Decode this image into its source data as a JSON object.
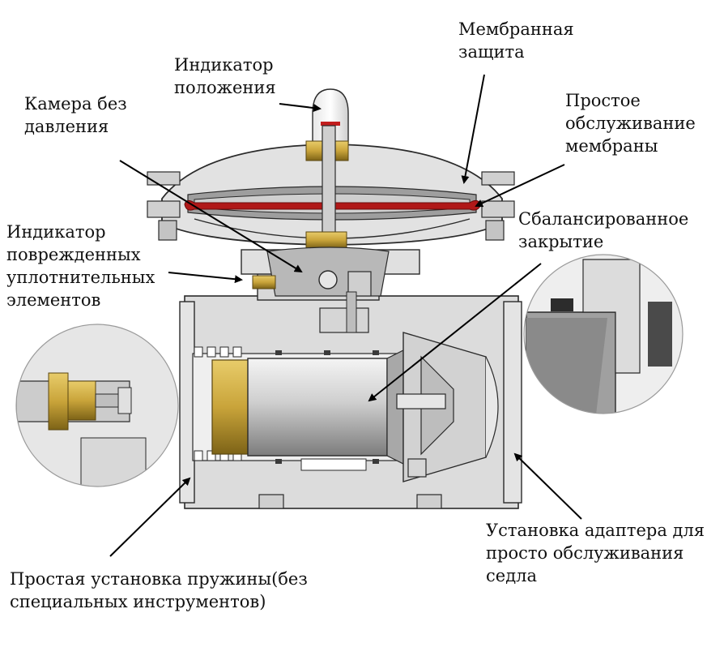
{
  "labels": {
    "membrane_protection": [
      "Мембранная",
      "защита"
    ],
    "position_indicator": [
      "Индикатор",
      "положения"
    ],
    "pressureless_chamber": [
      "Камера без",
      "давления"
    ],
    "easy_membrane_service": [
      "Простое",
      "обслуживание",
      "мембраны"
    ],
    "damaged_seals_indicator": [
      "Индикатор",
      "поврежденных",
      "уплотнительных",
      "элементов"
    ],
    "balanced_closing": [
      "Сбалансированное",
      "закрытие"
    ],
    "adapter_installation": [
      "Установка адаптера для",
      "просто обслуживания",
      "седла"
    ],
    "spring_installation": [
      "Простая установка пружины(без",
      "специальных инструментов)"
    ]
  },
  "colors": {
    "body": "#dcdcdc",
    "body_dark": "#9a9a9a",
    "outline": "#2a2a2a",
    "brass": "#c9a43a",
    "membrane_red": "#b01818",
    "arrow": "#000000"
  }
}
